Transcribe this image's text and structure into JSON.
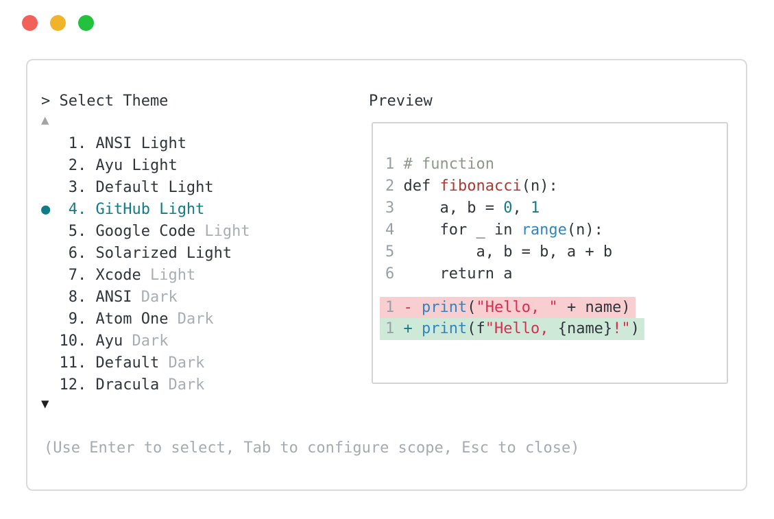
{
  "window": {
    "controls": [
      {
        "name": "close",
        "color": "#f2605a"
      },
      {
        "name": "minimize",
        "color": "#f0b32b"
      },
      {
        "name": "zoom",
        "color": "#24c13e"
      }
    ]
  },
  "prompt": {
    "caret": ">",
    "title": "Select Theme",
    "text": "> Select Theme"
  },
  "scroll": {
    "up_glyph": "▲",
    "down_glyph": "▼"
  },
  "theme_list": {
    "selected_number": "4.",
    "bullet_glyph": "●",
    "accent_color": "#107c85",
    "items": [
      {
        "number": "1.",
        "name": "ANSI Light",
        "dim": "",
        "selected": false
      },
      {
        "number": "2.",
        "name": "Ayu Light",
        "dim": "",
        "selected": false
      },
      {
        "number": "3.",
        "name": "Default Light",
        "dim": "",
        "selected": false
      },
      {
        "number": "4.",
        "name": "GitHub Light",
        "dim": "",
        "selected": true
      },
      {
        "number": "5.",
        "name": "Google Code",
        "dim": "Light",
        "selected": false
      },
      {
        "number": "6.",
        "name": "Solarized Light",
        "dim": "",
        "selected": false
      },
      {
        "number": "7.",
        "name": "Xcode",
        "dim": "Light",
        "selected": false
      },
      {
        "number": "8.",
        "name": "ANSI",
        "dim": "Dark",
        "selected": false
      },
      {
        "number": "9.",
        "name": "Atom One",
        "dim": "Dark",
        "selected": false
      },
      {
        "number": "10.",
        "name": "Ayu",
        "dim": "Dark",
        "selected": false
      },
      {
        "number": "11.",
        "name": "Default",
        "dim": "Dark",
        "selected": false
      },
      {
        "number": "12.",
        "name": "Dracula",
        "dim": "Dark",
        "selected": false
      }
    ]
  },
  "preview": {
    "label": "Preview",
    "syntax_colors": {
      "comment": "#8e978c",
      "keyword": "#ab3a31",
      "string": "#d92d52",
      "function": "#2e86c1",
      "number": "#107c85",
      "plain": "#2f353b",
      "line_number": "#989fa5",
      "deleted_bg": "#f8ced1",
      "added_bg": "#cfe9d9"
    },
    "code_lines": [
      {
        "num": "1",
        "type": "normal",
        "segments": [
          {
            "text": "# function",
            "style": "comment"
          }
        ]
      },
      {
        "num": "2",
        "type": "normal",
        "segments": [
          {
            "text": "def ",
            "style": "plain"
          },
          {
            "text": "fibonacci",
            "style": "keyword"
          },
          {
            "text": "(n):",
            "style": "plain"
          }
        ]
      },
      {
        "num": "3",
        "type": "normal",
        "segments": [
          {
            "text": "    a, b = ",
            "style": "plain"
          },
          {
            "text": "0",
            "style": "number"
          },
          {
            "text": ", ",
            "style": "plain"
          },
          {
            "text": "1",
            "style": "number"
          }
        ]
      },
      {
        "num": "4",
        "type": "normal",
        "segments": [
          {
            "text": "    for _ in ",
            "style": "plain"
          },
          {
            "text": "range",
            "style": "function"
          },
          {
            "text": "(n):",
            "style": "plain"
          }
        ]
      },
      {
        "num": "5",
        "type": "normal",
        "segments": [
          {
            "text": "        a, b = b, a + b",
            "style": "plain"
          }
        ]
      },
      {
        "num": "6",
        "type": "normal",
        "segments": [
          {
            "text": "    return a",
            "style": "plain"
          }
        ]
      },
      {
        "type": "blank",
        "segments": []
      },
      {
        "num": "1",
        "type": "del",
        "segments": [
          {
            "text": "- ",
            "style": "string"
          },
          {
            "text": "print",
            "style": "function"
          },
          {
            "text": "(",
            "style": "plain"
          },
          {
            "text": "\"Hello, \"",
            "style": "string"
          },
          {
            "text": " + name)",
            "style": "plain"
          }
        ]
      },
      {
        "num": "1",
        "type": "add",
        "segments": [
          {
            "text": "+ ",
            "style": "number"
          },
          {
            "text": "print",
            "style": "function"
          },
          {
            "text": "(f",
            "style": "plain"
          },
          {
            "text": "\"Hello, ",
            "style": "string"
          },
          {
            "text": "{name}",
            "style": "plain"
          },
          {
            "text": "!\"",
            "style": "string"
          },
          {
            "text": ")",
            "style": "plain"
          }
        ]
      }
    ]
  },
  "footer": {
    "hint": "(Use Enter to select, Tab to configure scope, Esc to close)"
  }
}
